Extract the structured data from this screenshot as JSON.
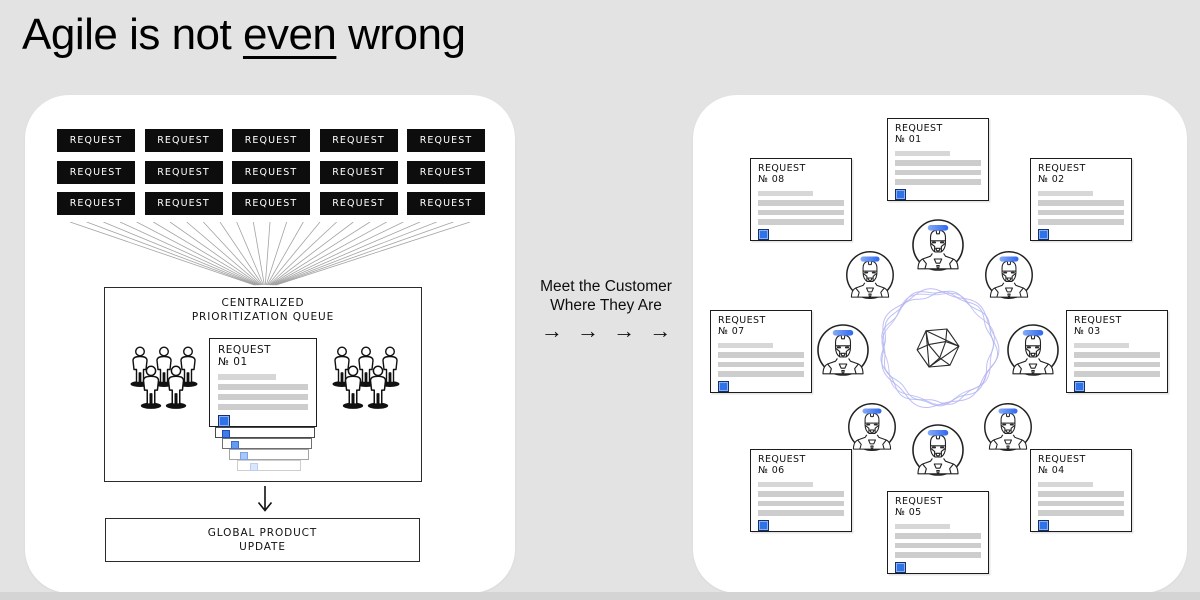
{
  "page": {
    "title_parts": [
      "Agile is not ",
      "even",
      " wrong"
    ]
  },
  "left_panel": {
    "chip_label": "REQUEST",
    "chip_rows": 3,
    "chip_cols": 5,
    "queue_title_line1": "CENTRALIZED",
    "queue_title_line2": "PRIORITIZATION QUEUE",
    "queue_card": {
      "title": "REQUEST",
      "number": "№ 01"
    },
    "global_line1": "GLOBAL PRODUCT",
    "global_line2": "UPDATE"
  },
  "middle": {
    "label_line1": "Meet the Customer",
    "label_line2": "Where They Are",
    "arrow": "→"
  },
  "right_panel": {
    "cards": [
      {
        "title": "REQUEST",
        "number": "№ 01"
      },
      {
        "title": "REQUEST",
        "number": "№ 02"
      },
      {
        "title": "REQUEST",
        "number": "№ 03"
      },
      {
        "title": "REQUEST",
        "number": "№ 04"
      },
      {
        "title": "REQUEST",
        "number": "№ 05"
      },
      {
        "title": "REQUEST",
        "number": "№ 06"
      },
      {
        "title": "REQUEST",
        "number": "№ 07"
      },
      {
        "title": "REQUEST",
        "number": "№ 08"
      }
    ],
    "avatar_count": 8
  },
  "colors": {
    "background": "#e3e3e3",
    "chip_black": "#0d0d0d",
    "accent_blue": "#2e74e8",
    "bar_gray": "#cdcdcd",
    "ring_blue": "#9db9f2",
    "ring_purple": "#b9a9f0"
  }
}
